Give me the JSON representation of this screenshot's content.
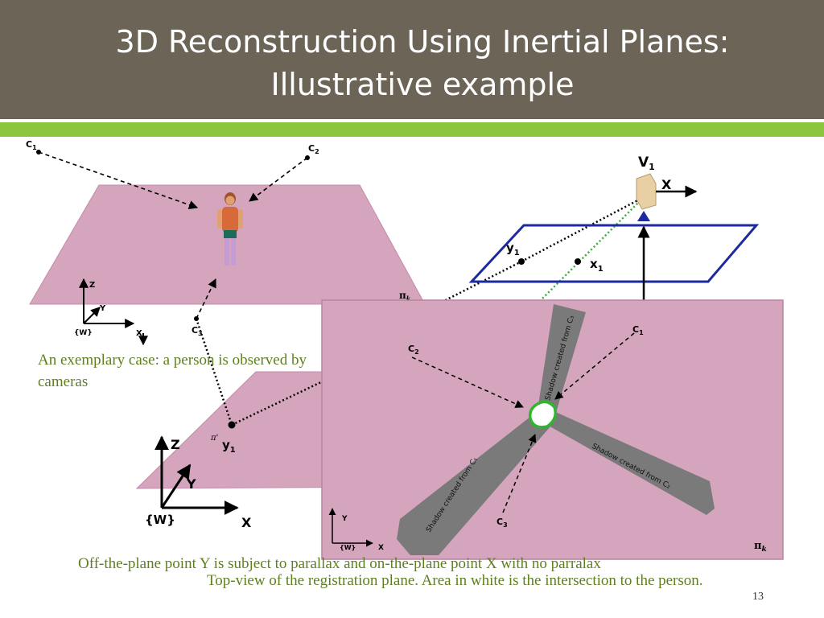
{
  "slide": {
    "title_line1": "3D Reconstruction Using Inertial Planes:",
    "title_line2": "Illustrative example",
    "number": "13"
  },
  "captions": {
    "left": "An exemplary case: a person is observed by cameras",
    "bottom": "Off-the-plane point Y is subject to parallax and on-the-plane point X with no parralax",
    "topview": "Top-view of the registration plane. Area in white is the intersection to the person."
  },
  "diagram_labels": {
    "c1": "C",
    "c1_sub": "1",
    "c2": "C",
    "c2_sub": "2",
    "c3": "C",
    "c3_sub": "3",
    "axis_z": "Z",
    "axis_y": "Y",
    "axis_x": "X",
    "world": "{W}",
    "pi_k": "π",
    "pi_k_sub": "k",
    "pi_prime": "π'",
    "v1": "V",
    "v1_sub": "1",
    "x": "X",
    "y1": "y",
    "y1_sub": "1",
    "x1": "x",
    "x1_sub": "1",
    "shadow_c1": "Shadow created from C₁",
    "shadow_c2": "Shadow created from C₂",
    "shadow_c3": "Shadow created from C₃"
  },
  "colors": {
    "title_bg": "#6b6457",
    "accent": "#8cc63f",
    "plane_pink": "#d4a5bd",
    "plane_blue": "#1c2a9e",
    "shadow_gray": "#7a7a7a",
    "intersection_green": "#2fb52f",
    "caption_green": "#5f7f1f"
  }
}
